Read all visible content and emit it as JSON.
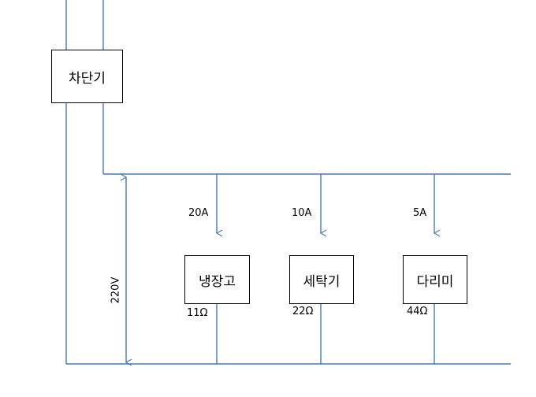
{
  "colors": {
    "wire": "#4a78b8",
    "box_border": "#000000",
    "text": "#000000"
  },
  "breaker": {
    "label": "차단기"
  },
  "supply": {
    "voltage": "220V"
  },
  "appliances": [
    {
      "name": "냉장고",
      "current": "20A",
      "resistance": "11Ω"
    },
    {
      "name": "세탁기",
      "current": "10A",
      "resistance": "22Ω"
    },
    {
      "name": "다리미",
      "current": "5A",
      "resistance": "44Ω"
    }
  ]
}
